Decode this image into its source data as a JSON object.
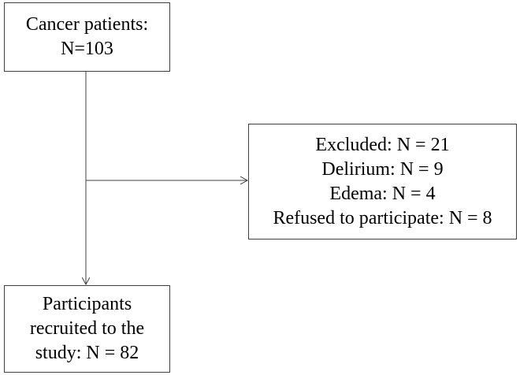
{
  "diagram": {
    "top_box": {
      "lines": [
        "Cancer patients:",
        "N=103"
      ]
    },
    "excluded_box": {
      "lines": [
        "Excluded: N = 21",
        "Delirium: N = 9",
        "Edema: N = 4",
        "Refused to participate: N = 8"
      ]
    },
    "bottom_box": {
      "lines": [
        "Participants",
        "recruited to the",
        "study: N = 82"
      ]
    },
    "colors": {
      "line": "#404040",
      "text": "#000000",
      "background": "#ffffff"
    }
  }
}
